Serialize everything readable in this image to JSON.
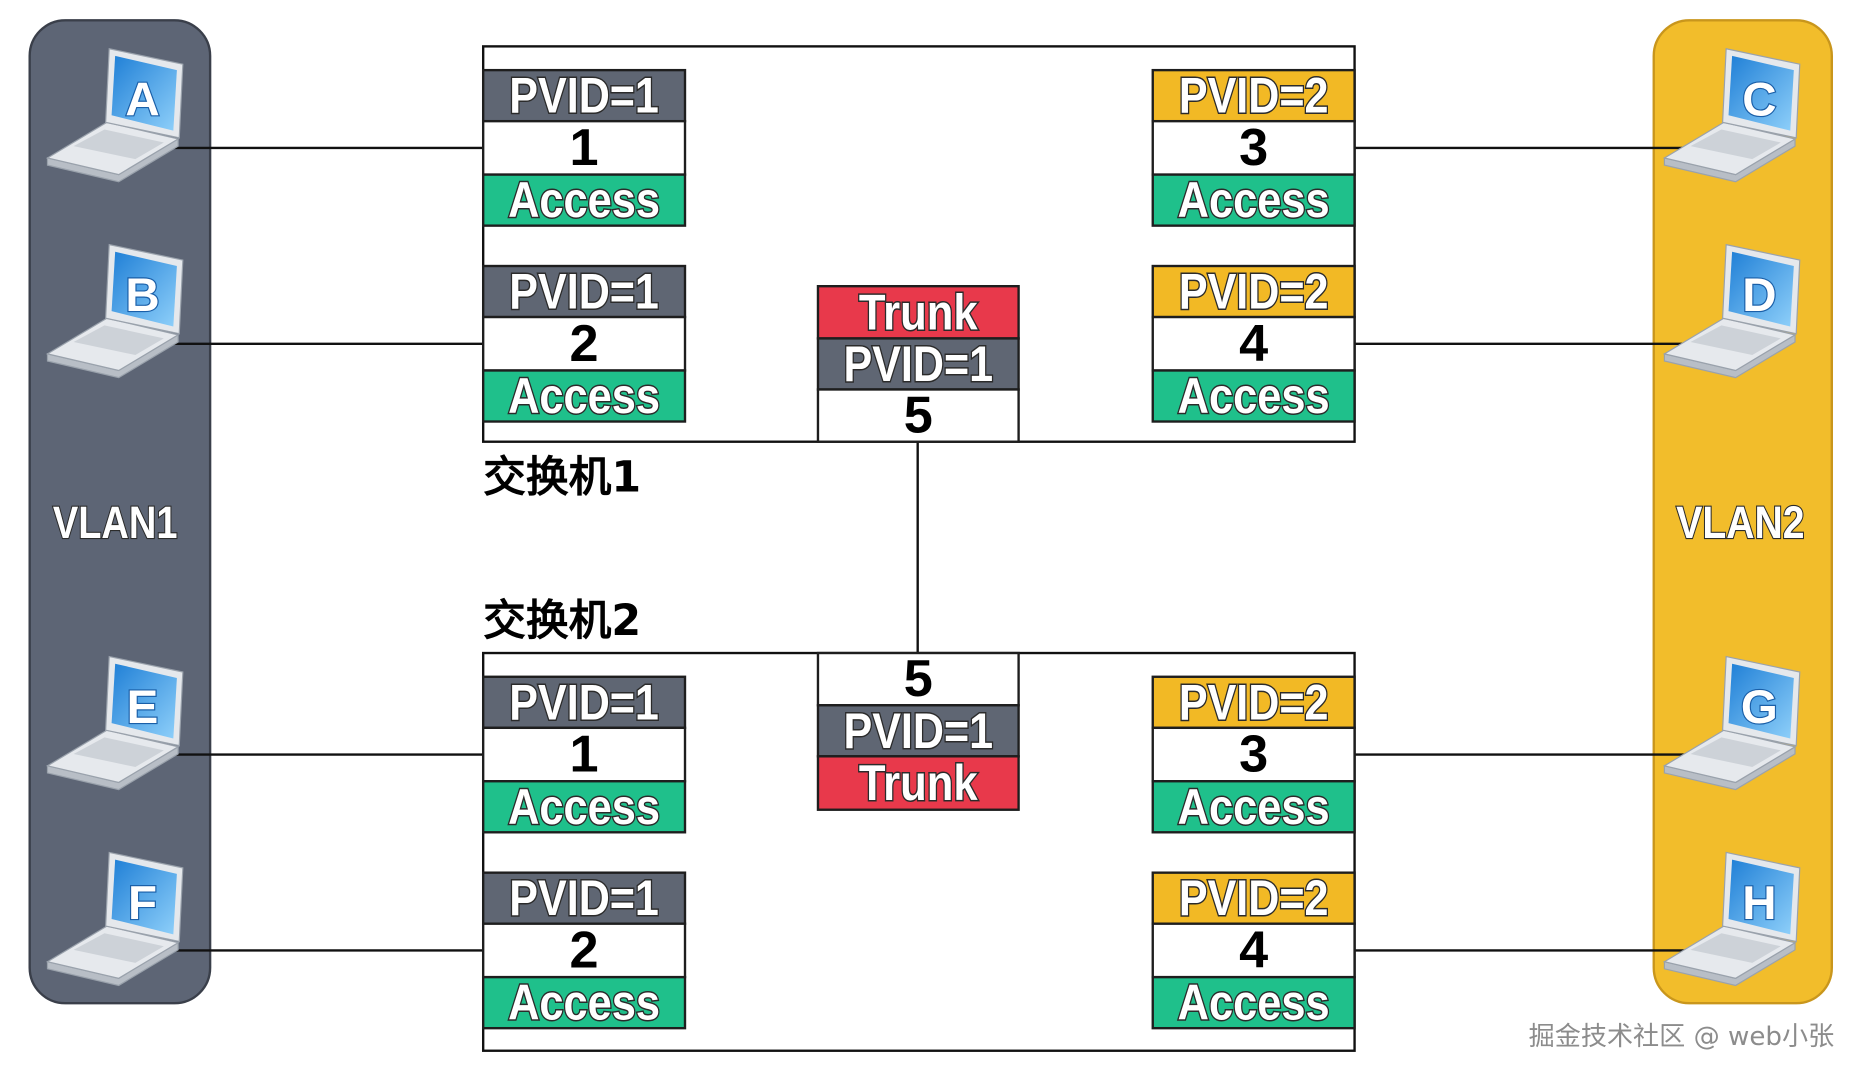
{
  "vlan_groups": [
    {
      "label": "VLAN1",
      "color": "#5d6575"
    },
    {
      "label": "VLAN2",
      "color": "#f2bd2b"
    }
  ],
  "hosts": {
    "vlan1": [
      "A",
      "B",
      "E",
      "F"
    ],
    "vlan2": [
      "C",
      "D",
      "G",
      "H"
    ]
  },
  "switches": [
    {
      "label": "交换机1",
      "ports": [
        {
          "pvid": "PVID=1",
          "number": "1",
          "mode": "Access"
        },
        {
          "pvid": "PVID=1",
          "number": "2",
          "mode": "Access"
        },
        {
          "pvid": "PVID=2",
          "number": "3",
          "mode": "Access"
        },
        {
          "pvid": "PVID=2",
          "number": "4",
          "mode": "Access"
        },
        {
          "pvid": "PVID=1",
          "number": "5",
          "mode": "Trunk"
        }
      ]
    },
    {
      "label": "交换机2",
      "ports": [
        {
          "pvid": "PVID=1",
          "number": "1",
          "mode": "Access"
        },
        {
          "pvid": "PVID=1",
          "number": "2",
          "mode": "Access"
        },
        {
          "pvid": "PVID=2",
          "number": "3",
          "mode": "Access"
        },
        {
          "pvid": "PVID=2",
          "number": "4",
          "mode": "Access"
        },
        {
          "pvid": "PVID=1",
          "number": "5",
          "mode": "Trunk"
        }
      ]
    }
  ],
  "colors": {
    "pvid1": "#5f6673",
    "pvid2": "#f2b925",
    "access": "#1fc08b",
    "trunk": "#e8394b",
    "number_cell": "#ffffff"
  },
  "watermark": "掘金技术社区 @ web小张"
}
